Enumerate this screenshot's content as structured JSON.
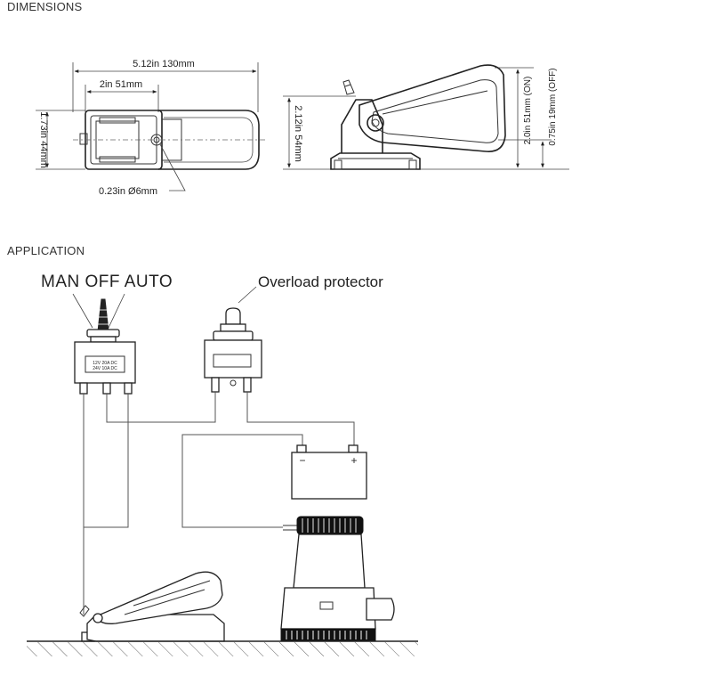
{
  "sections": {
    "dimensions_title": "DIMENSIONS",
    "application_title": "APPLICATION"
  },
  "dimensions": {
    "overall_length": "5.12in  130mm",
    "base_length": "2in  51mm",
    "width": "1.73in  44mm",
    "hole": "0.23in  Ø6mm",
    "height": "2.12in  54mm",
    "on_height": "2.0in  51mm (ON)",
    "off_height": "0.75in  19mm (OFF)"
  },
  "application": {
    "switch_positions": "MAN  OFF  AUTO",
    "breaker_label": "Overload protector",
    "switch_rating_line1": "12V  20A  DC",
    "switch_rating_line2": "24V  10A  DC",
    "battery_minus": "−",
    "battery_plus": "+"
  }
}
